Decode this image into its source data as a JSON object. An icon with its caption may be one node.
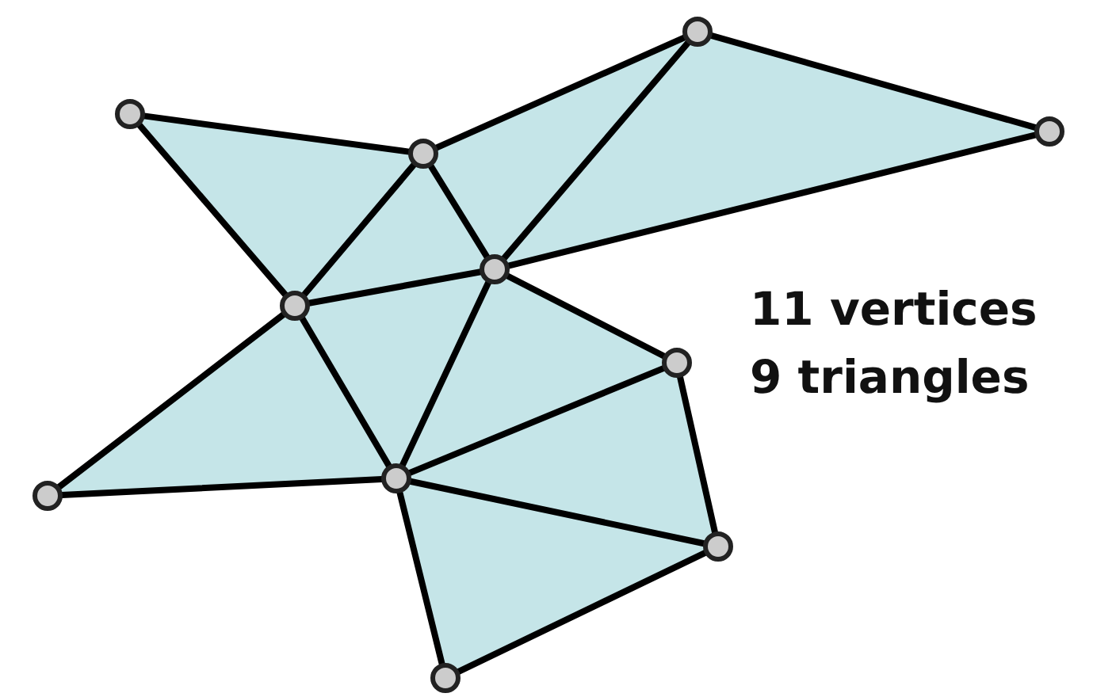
{
  "diagram": {
    "nodes": [
      {
        "text": [],
        "shape": "circle"
      },
      {
        "text": [],
        "shape": "circle"
      },
      {
        "text": [],
        "shape": "circle"
      },
      {
        "text": [],
        "shape": "circle"
      },
      {
        "text": [],
        "shape": "circle"
      },
      {
        "text": [],
        "shape": "circle"
      },
      {
        "text": [],
        "shape": "circle"
      },
      {
        "text": [],
        "shape": "circle"
      },
      {
        "text": [],
        "shape": "circle"
      },
      {
        "text": [],
        "shape": "circle"
      },
      {
        "text": [],
        "shape": "circle"
      }
    ],
    "edges": [
      {
        "from": 1,
        "to": 3,
        "arrow": "none"
      },
      {
        "from": 1,
        "to": 5,
        "arrow": "none"
      },
      {
        "from": 3,
        "to": 5,
        "arrow": "none"
      },
      {
        "from": 3,
        "to": 4,
        "arrow": "none"
      },
      {
        "from": 4,
        "to": 5,
        "arrow": "none"
      },
      {
        "from": 3,
        "to": 0,
        "arrow": "none"
      },
      {
        "from": 0,
        "to": 4,
        "arrow": "none"
      },
      {
        "from": 0,
        "to": 2,
        "arrow": "none"
      },
      {
        "from": 2,
        "to": 4,
        "arrow": "none"
      },
      {
        "from": 5,
        "to": 7,
        "arrow": "none"
      },
      {
        "from": 4,
        "to": 7,
        "arrow": "none"
      },
      {
        "from": 7,
        "to": 8,
        "arrow": "none"
      },
      {
        "from": 5,
        "to": 8,
        "arrow": "none"
      },
      {
        "from": 4,
        "to": 6,
        "arrow": "none"
      },
      {
        "from": 6,
        "to": 7,
        "arrow": "none"
      },
      {
        "from": 6,
        "to": 9,
        "arrow": "none"
      },
      {
        "from": 9,
        "to": 7,
        "arrow": "none"
      },
      {
        "from": 7,
        "to": 10,
        "arrow": "none"
      },
      {
        "from": 9,
        "to": 10,
        "arrow": "none"
      }
    ],
    "labels": [
      "11 vertices",
      "9 triangles"
    ]
  }
}
